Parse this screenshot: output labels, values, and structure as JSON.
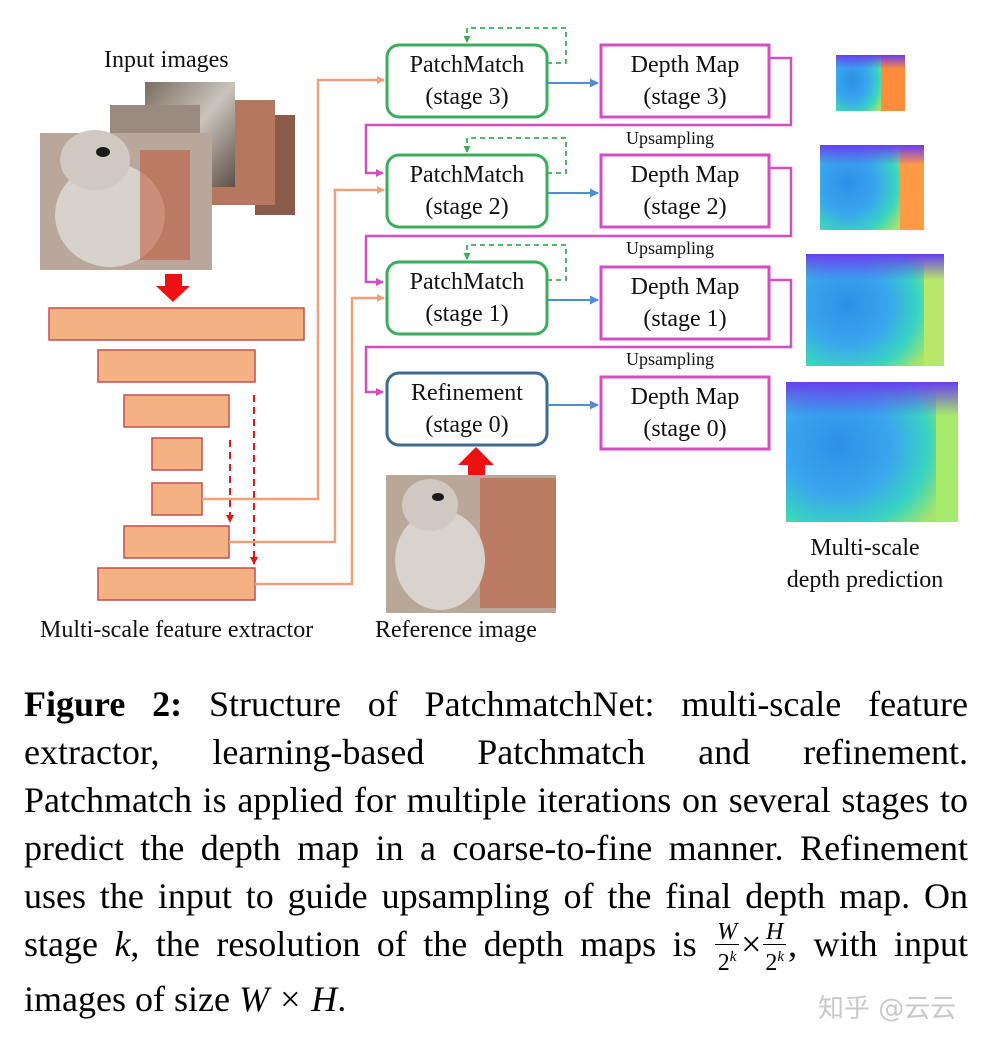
{
  "labels": {
    "input_images": "Input images",
    "feature_extractor": "Multi-scale feature extractor",
    "reference_image": "Reference image",
    "multiscale_1": "Multi-scale",
    "multiscale_2": "depth prediction",
    "upsampling": "Upsampling"
  },
  "stages": [
    {
      "module": "PatchMatch",
      "module_stage": "(stage 3)",
      "depth": "Depth Map",
      "depth_stage": "(stage 3)"
    },
    {
      "module": "PatchMatch",
      "module_stage": "(stage 2)",
      "depth": "Depth Map",
      "depth_stage": "(stage 2)"
    },
    {
      "module": "PatchMatch",
      "module_stage": "(stage 1)",
      "depth": "Depth Map",
      "depth_stage": "(stage 1)"
    },
    {
      "module": "Refinement",
      "module_stage": "(stage 0)",
      "depth": "Depth Map",
      "depth_stage": "(stage 0)"
    }
  ],
  "caption": {
    "label": "Figure 2:",
    "text1": "Structure of PatchmatchNet: multi-scale feature extractor, learning-based Patchmatch and refinement. Patchmatch is applied for multiple iterations on several stages to predict the depth map in a coarse-to-fine manner. Refinement uses the input to guide upsampling of the final depth map. On stage ",
    "k": "k",
    "text2": ", the resolution of the depth maps is ",
    "text3": ", with input images of size ",
    "size": "W × H",
    "end": "."
  },
  "watermark": "知乎 @云云",
  "colors": {
    "patchmatch_border": "#3aae5c",
    "refinement_border": "#3e6b8f",
    "depth_border": "#d24fbf",
    "feature_fill": "#f4b183",
    "feature_border": "#c0504d",
    "connector": "#f0a07a",
    "arrow_blue": "#4f8fd0",
    "arrow_red": "#ee1111"
  }
}
